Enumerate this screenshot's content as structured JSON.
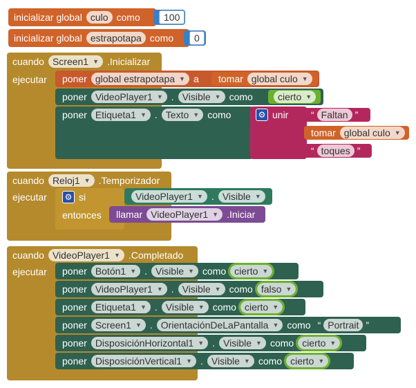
{
  "init1": {
    "label": "inicializar global",
    "var": "culo",
    "como": "como",
    "value": "100"
  },
  "init2": {
    "label": "inicializar global",
    "var": "estrapotapa",
    "como": "como",
    "value": "0"
  },
  "ev1": {
    "cuando": "cuando",
    "component": "Screen1",
    "event": ".Inicializar",
    "ejecutar": "ejecutar",
    "s1": {
      "poner": "poner",
      "var": "global estrapotapa",
      "a": "a",
      "tomar": "tomar",
      "tvar": "global culo"
    },
    "s2": {
      "poner": "poner",
      "comp": "VideoPlayer1",
      "dot": ".",
      "prop": "Visible",
      "como": "como",
      "val": "cierto"
    },
    "s3": {
      "poner": "poner",
      "comp": "Etiqueta1",
      "dot": ".",
      "prop": "Texto",
      "como": "como",
      "unir": "unir",
      "str1": "Faltan",
      "tomar": "tomar",
      "tvar": "global culo",
      "str2": "toques"
    }
  },
  "ev2": {
    "cuando": "cuando",
    "component": "Reloj1",
    "event": ".Temporizador",
    "ejecutar": "ejecutar",
    "si": "si",
    "cond_comp": "VideoPlayer1",
    "cond_dot": ".",
    "cond_prop": "Visible",
    "entonces": "entonces",
    "llamar": "llamar",
    "call_comp": "VideoPlayer1",
    "call_method": ".Iniciar"
  },
  "ev3": {
    "cuando": "cuando",
    "component": "VideoPlayer1",
    "event": ".Completado",
    "ejecutar": "ejecutar",
    "rows": [
      {
        "poner": "poner",
        "comp": "Botón1",
        "dot": ".",
        "prop": "Visible",
        "como": "como",
        "val": "cierto",
        "kind": "bool"
      },
      {
        "poner": "poner",
        "comp": "VideoPlayer1",
        "dot": ".",
        "prop": "Visible",
        "como": "como",
        "val": "falso",
        "kind": "bool"
      },
      {
        "poner": "poner",
        "comp": "Etiqueta1",
        "dot": ".",
        "prop": "Visible",
        "como": "como",
        "val": "cierto",
        "kind": "bool"
      },
      {
        "poner": "poner",
        "comp": "Screen1",
        "dot": ".",
        "prop": "OrientaciónDeLaPantalla",
        "como": "como",
        "val": "Portrait",
        "kind": "str"
      },
      {
        "poner": "poner",
        "comp": "DisposiciónHorizontal1",
        "dot": ".",
        "prop": "Visible",
        "como": "como",
        "val": "cierto",
        "kind": "bool"
      },
      {
        "poner": "poner",
        "comp": "DisposiciónVertical1",
        "dot": ".",
        "prop": "Visible",
        "como": "como",
        "val": "cierto",
        "kind": "bool"
      }
    ]
  },
  "icons": {
    "dropdown": "▼",
    "mutator": "⚙"
  }
}
